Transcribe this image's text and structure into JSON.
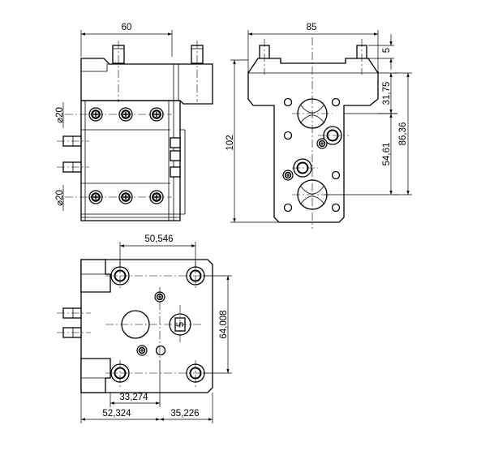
{
  "dimensions": {
    "side_width": "60",
    "diameter_top": "⌀20",
    "diameter_bottom": "⌀20",
    "front_width": "85",
    "front_top_offset": "5",
    "front_height": "102",
    "front_upper_hole": "31,75",
    "front_lower_hole": "54,61",
    "front_hole_span": "86,36",
    "top_hole_spacing": "50,546",
    "top_center_small": "5",
    "top_hole_vertical": "64,008",
    "top_left_offset": "33,274",
    "top_base_left": "52,324",
    "top_base_right": "35,226"
  }
}
